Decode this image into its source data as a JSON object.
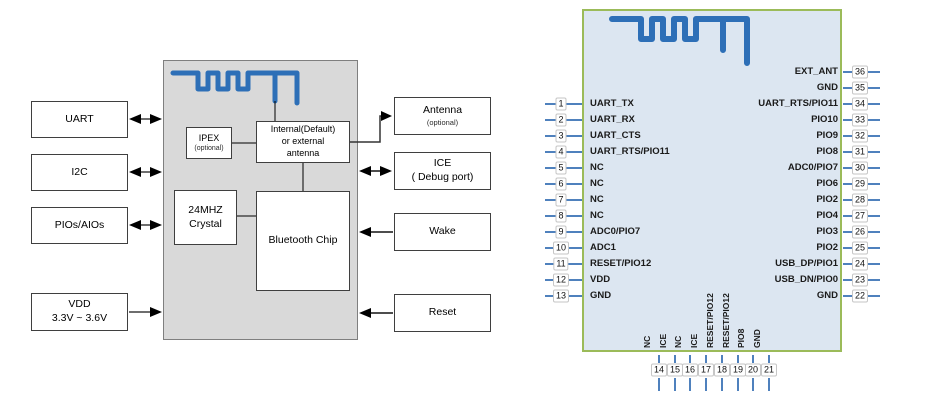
{
  "block": {
    "uart": "UART",
    "i2c": "I2C",
    "pios": "PIOs/AIOs",
    "vdd_line1": "VDD",
    "vdd_line2": "3.3V ~ 3.6V",
    "ipex": "IPEX",
    "ipex_sub": "(optional)",
    "ant_line1": "Internal(Default)",
    "ant_line2": "or external",
    "ant_line3": "antenna",
    "crystal_line1": "24MHZ",
    "crystal_line2": "Crystal",
    "chip": "Bluetooth Chip",
    "antenna": "Antenna",
    "antenna_sub": "(optional)",
    "ice_line1": "ICE",
    "ice_line2": "( Debug port)",
    "wake": "Wake",
    "reset": "Reset"
  },
  "pinout": {
    "left_pins": [
      {
        "num": "1",
        "label": "UART_TX"
      },
      {
        "num": "2",
        "label": "UART_RX"
      },
      {
        "num": "3",
        "label": "UART_CTS"
      },
      {
        "num": "4",
        "label": "UART_RTS/PIO11"
      },
      {
        "num": "5",
        "label": "NC"
      },
      {
        "num": "6",
        "label": "NC"
      },
      {
        "num": "7",
        "label": "NC"
      },
      {
        "num": "8",
        "label": "NC"
      },
      {
        "num": "9",
        "label": "ADC0/PIO7"
      },
      {
        "num": "10",
        "label": "ADC1"
      },
      {
        "num": "11",
        "label": "RESET/PIO12"
      },
      {
        "num": "12",
        "label": "VDD"
      },
      {
        "num": "13",
        "label": "GND"
      }
    ],
    "right_pins": [
      {
        "num": "36",
        "label": "EXT_ANT"
      },
      {
        "num": "35",
        "label": "GND"
      },
      {
        "num": "34",
        "label": "UART_RTS/PIO11"
      },
      {
        "num": "33",
        "label": "PIO10"
      },
      {
        "num": "32",
        "label": "PIO9"
      },
      {
        "num": "31",
        "label": "PIO8"
      },
      {
        "num": "30",
        "label": "ADC0/PIO7"
      },
      {
        "num": "29",
        "label": "PIO6"
      },
      {
        "num": "28",
        "label": "PIO2"
      },
      {
        "num": "27",
        "label": "PIO4"
      },
      {
        "num": "26",
        "label": "PIO3"
      },
      {
        "num": "25",
        "label": "PIO2"
      },
      {
        "num": "24",
        "label": "USB_DP/PIO1"
      },
      {
        "num": "23",
        "label": "USB_DN/PIO0"
      },
      {
        "num": "22",
        "label": "GND"
      }
    ],
    "bottom_pins": [
      {
        "num": "14",
        "label": "NC"
      },
      {
        "num": "15",
        "label": "ICE"
      },
      {
        "num": "16",
        "label": "NC"
      },
      {
        "num": "17",
        "label": "ICE"
      },
      {
        "num": "18",
        "label": "RESET/PIO12"
      },
      {
        "num": "19",
        "label": "RESET/PIO12"
      },
      {
        "num": "20",
        "label": "PIO8"
      },
      {
        "num": "21",
        "label": "GND"
      }
    ]
  },
  "icons": {
    "module_logo": "pcb-antenna-trace-icon",
    "chip_logo": "pcb-antenna-trace-icon"
  },
  "colors": {
    "pin_line": "#4f81bd",
    "logo_blue": "#2d6fb7",
    "chip_fill": "#dce6f1",
    "chip_border": "#9bbb59",
    "module_fill": "#d9d9d9",
    "module_border": "#7f7f7f"
  }
}
